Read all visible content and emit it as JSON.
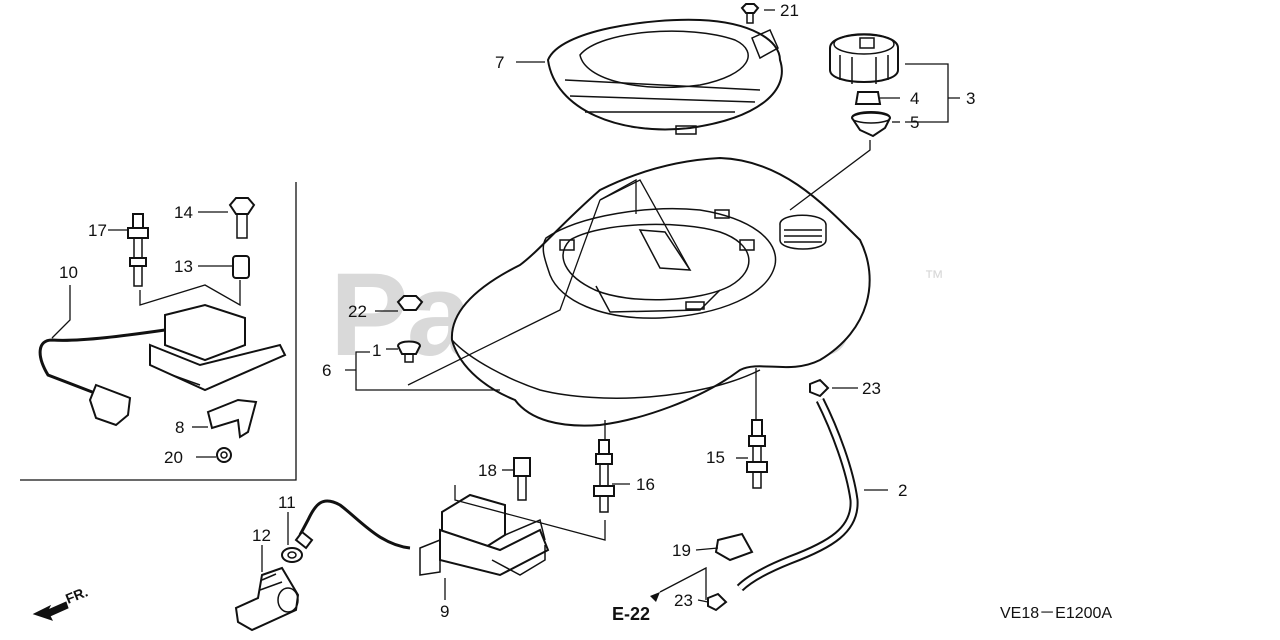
{
  "watermark": {
    "text": "PartsTree",
    "trademark": "™"
  },
  "diagram_code": "VE18－E1200A",
  "page_ref": "E-22",
  "direction_label": "FR.",
  "callouts": [
    "1",
    "2",
    "3",
    "4",
    "5",
    "6",
    "7",
    "8",
    "9",
    "10",
    "11",
    "12",
    "13",
    "14",
    "15",
    "16",
    "17",
    "18",
    "19",
    "20",
    "21",
    "22",
    "23"
  ],
  "callout_23b": "23"
}
